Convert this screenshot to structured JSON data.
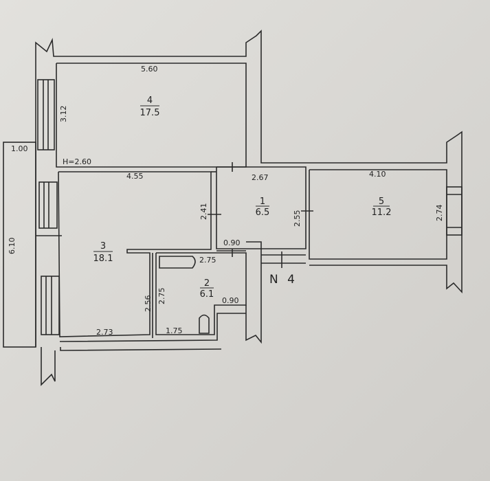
{
  "plan": {
    "height_label": "H=2.60",
    "apartment_label": "N 4",
    "rooms": [
      {
        "number": "1",
        "area": "6.5"
      },
      {
        "number": "2",
        "area": "6.1"
      },
      {
        "number": "3",
        "area": "18.1"
      },
      {
        "number": "4",
        "area": "17.5"
      },
      {
        "number": "5",
        "area": "11.2"
      }
    ],
    "dimensions": {
      "room4_width": "5.60",
      "room4_depth": "3.12",
      "balcony_width": "1.00",
      "balcony_length": "6.10",
      "room3_top": "4.55",
      "room3_bottom": "2.73",
      "room3_side": "2.56",
      "room3_inner": "2.41",
      "room1_width": "2.67",
      "room1_depth": "2.55",
      "door1": "0.90",
      "bath_top": "2.75",
      "bath_side": "2.75",
      "bath_bottom": "1.75",
      "door2": "0.90",
      "room5_width": "4.10",
      "room5_depth": "2.74"
    }
  }
}
